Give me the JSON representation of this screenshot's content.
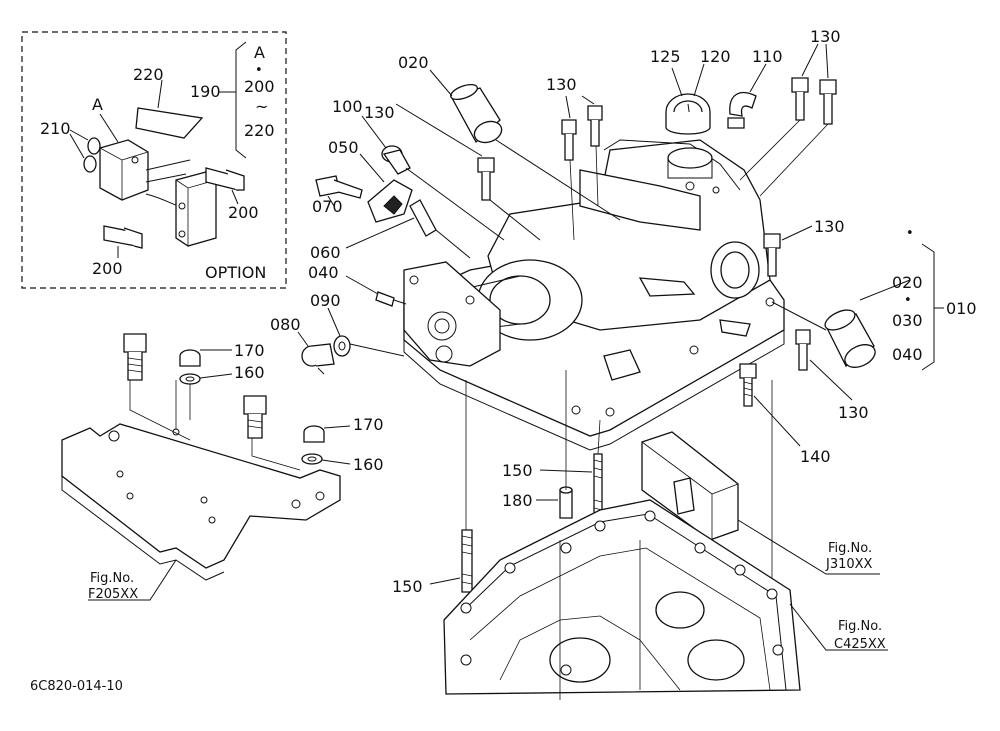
{
  "drawing_code": "6C820-014-10",
  "option_box": {
    "title": "OPTION",
    "ref_a": "A",
    "bracket_a": "A",
    "bracket_dot": "•",
    "bracket_tilde": "~",
    "bracket_200": "200",
    "bracket_220": "220",
    "p190": "190",
    "p210": "210",
    "p220": "220",
    "p200a": "200",
    "p200b": "200"
  },
  "right_group": {
    "dot1": "•",
    "dot2": "•",
    "p020": "020",
    "p030": "030",
    "p040": "040",
    "p010": "010"
  },
  "parts": {
    "p020": "020",
    "p130a": "130",
    "p130b": "130",
    "p130c": "130",
    "p130d": "130",
    "p130e": "130",
    "p125": "125",
    "p120": "120",
    "p110": "110",
    "p100": "100",
    "p050": "050",
    "p070": "070",
    "p060": "060",
    "p040": "040",
    "p090": "090",
    "p080": "080",
    "p170a": "170",
    "p160a": "160",
    "p170b": "170",
    "p160b": "160",
    "p140": "140",
    "p150a": "150",
    "p180": "180",
    "p150b": "150"
  },
  "fig_refs": {
    "f1_label": "Fig.No.",
    "f1_code": "F205XX",
    "f2_label": "Fig.No.",
    "f2_code": "J310XX",
    "f3_label": "Fig.No.",
    "f3_code": "C425XX"
  }
}
